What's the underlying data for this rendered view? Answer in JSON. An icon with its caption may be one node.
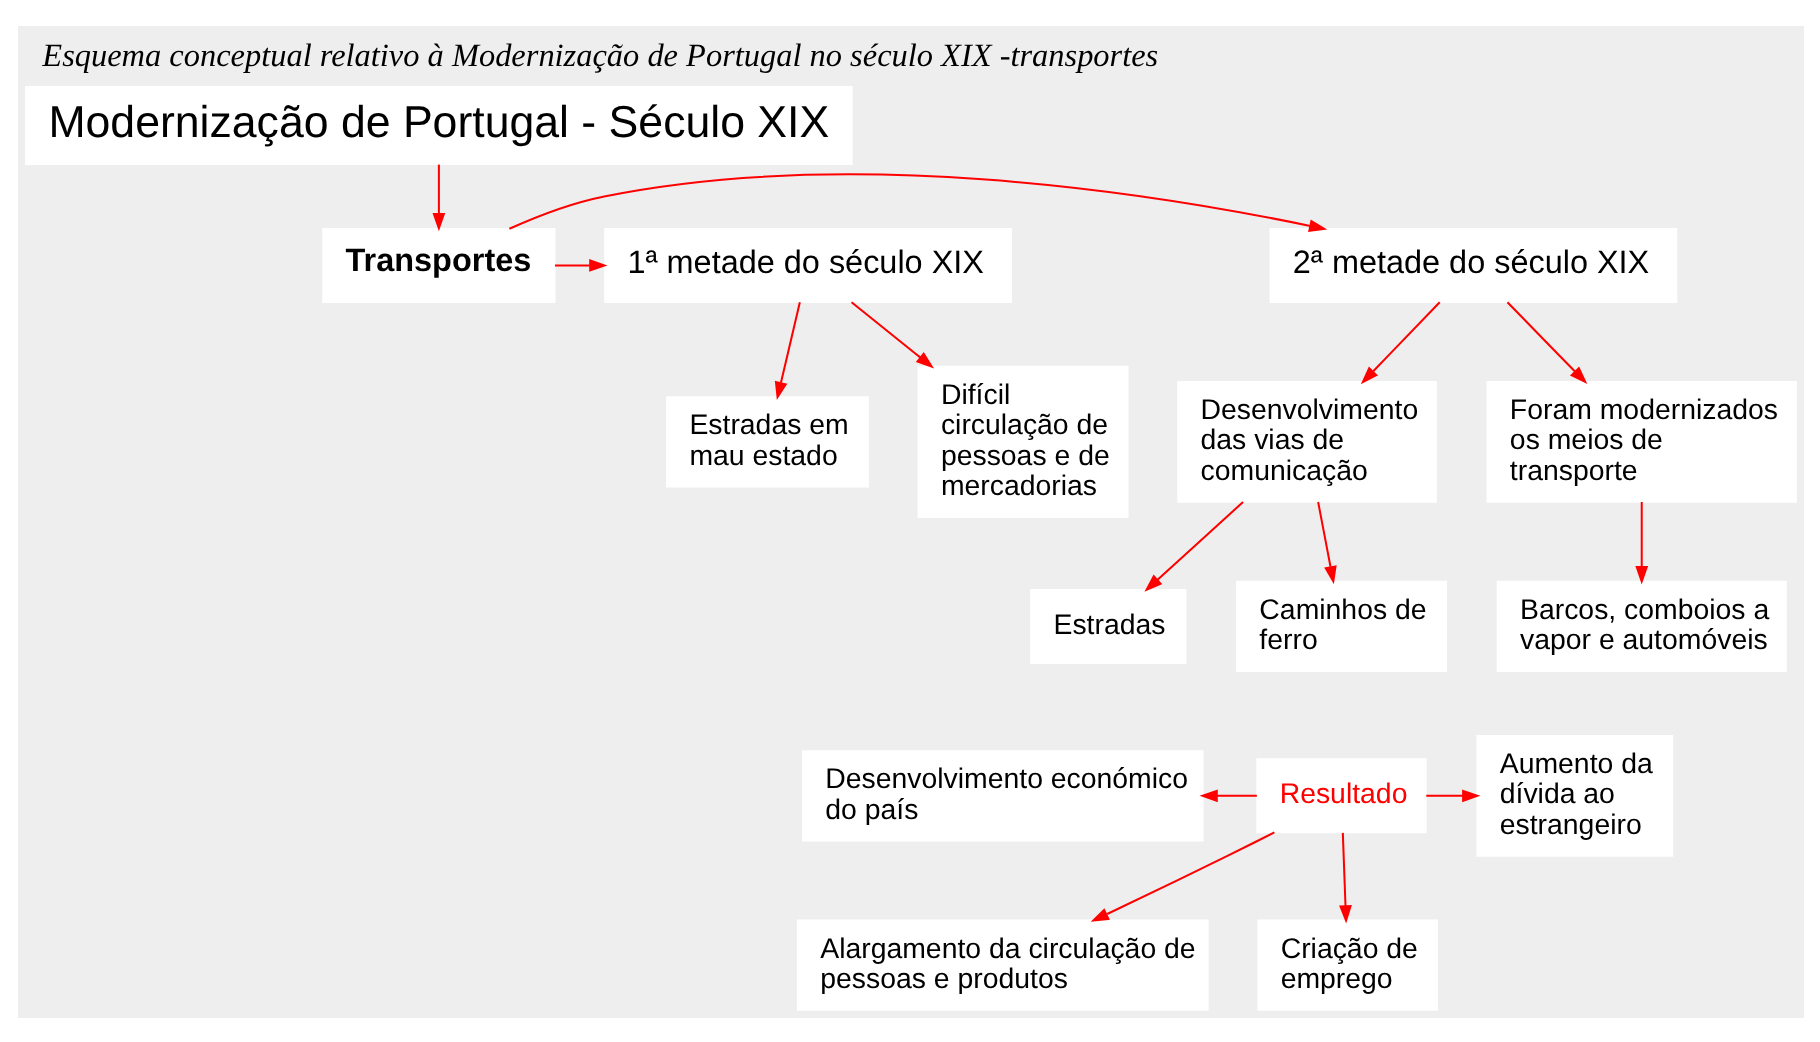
{
  "diagram": {
    "caption": "Esquema conceptual relativo à Modernização de Portugal no século XIX -transportes",
    "nodes": [
      {
        "text": [
          "Modernização de Portugal - Século XIX"
        ]
      },
      {
        "text": [
          "Transportes"
        ]
      },
      {
        "text": [
          "1ª metade do século XIX"
        ]
      },
      {
        "text": [
          "2ª metade do século XIX"
        ]
      },
      {
        "text": [
          "Estradas em mau estado"
        ]
      },
      {
        "text": [
          "Difícil circulação de pessoas e de mercadorias"
        ]
      },
      {
        "text": [
          "Desenvolvimento das vias de comunicação"
        ]
      },
      {
        "text": [
          "Foram modernizados os meios de transporte"
        ]
      },
      {
        "text": [
          "Estradas"
        ]
      },
      {
        "text": [
          "Caminhos de ferro"
        ]
      },
      {
        "text": [
          "Barcos, comboios a vapor e automóveis"
        ]
      },
      {
        "text": [
          "Resultado"
        ]
      },
      {
        "text": [
          "Desenvolvimento económico do país"
        ]
      },
      {
        "text": [
          "Alargamento da circulação de pessoas e produtos"
        ]
      },
      {
        "text": [
          "Criação de emprego"
        ]
      },
      {
        "text": [
          "Aumento da dívida ao estrangeiro"
        ]
      }
    ],
    "edges": [
      {
        "from": 0,
        "to": 1,
        "arrow": "to"
      },
      {
        "from": 1,
        "to": 2,
        "arrow": "to"
      },
      {
        "from": 1,
        "to": 3,
        "arrow": "to"
      },
      {
        "from": 2,
        "to": 4,
        "arrow": "to"
      },
      {
        "from": 2,
        "to": 5,
        "arrow": "to"
      },
      {
        "from": 3,
        "to": 6,
        "arrow": "to"
      },
      {
        "from": 3,
        "to": 7,
        "arrow": "to"
      },
      {
        "from": 6,
        "to": 8,
        "arrow": "to"
      },
      {
        "from": 6,
        "to": 9,
        "arrow": "to"
      },
      {
        "from": 7,
        "to": 10,
        "arrow": "to"
      },
      {
        "from": 11,
        "to": 12,
        "arrow": "to"
      },
      {
        "from": 11,
        "to": 13,
        "arrow": "to"
      },
      {
        "from": 11,
        "to": 14,
        "arrow": "to"
      },
      {
        "from": 11,
        "to": 15,
        "arrow": "to"
      }
    ]
  }
}
